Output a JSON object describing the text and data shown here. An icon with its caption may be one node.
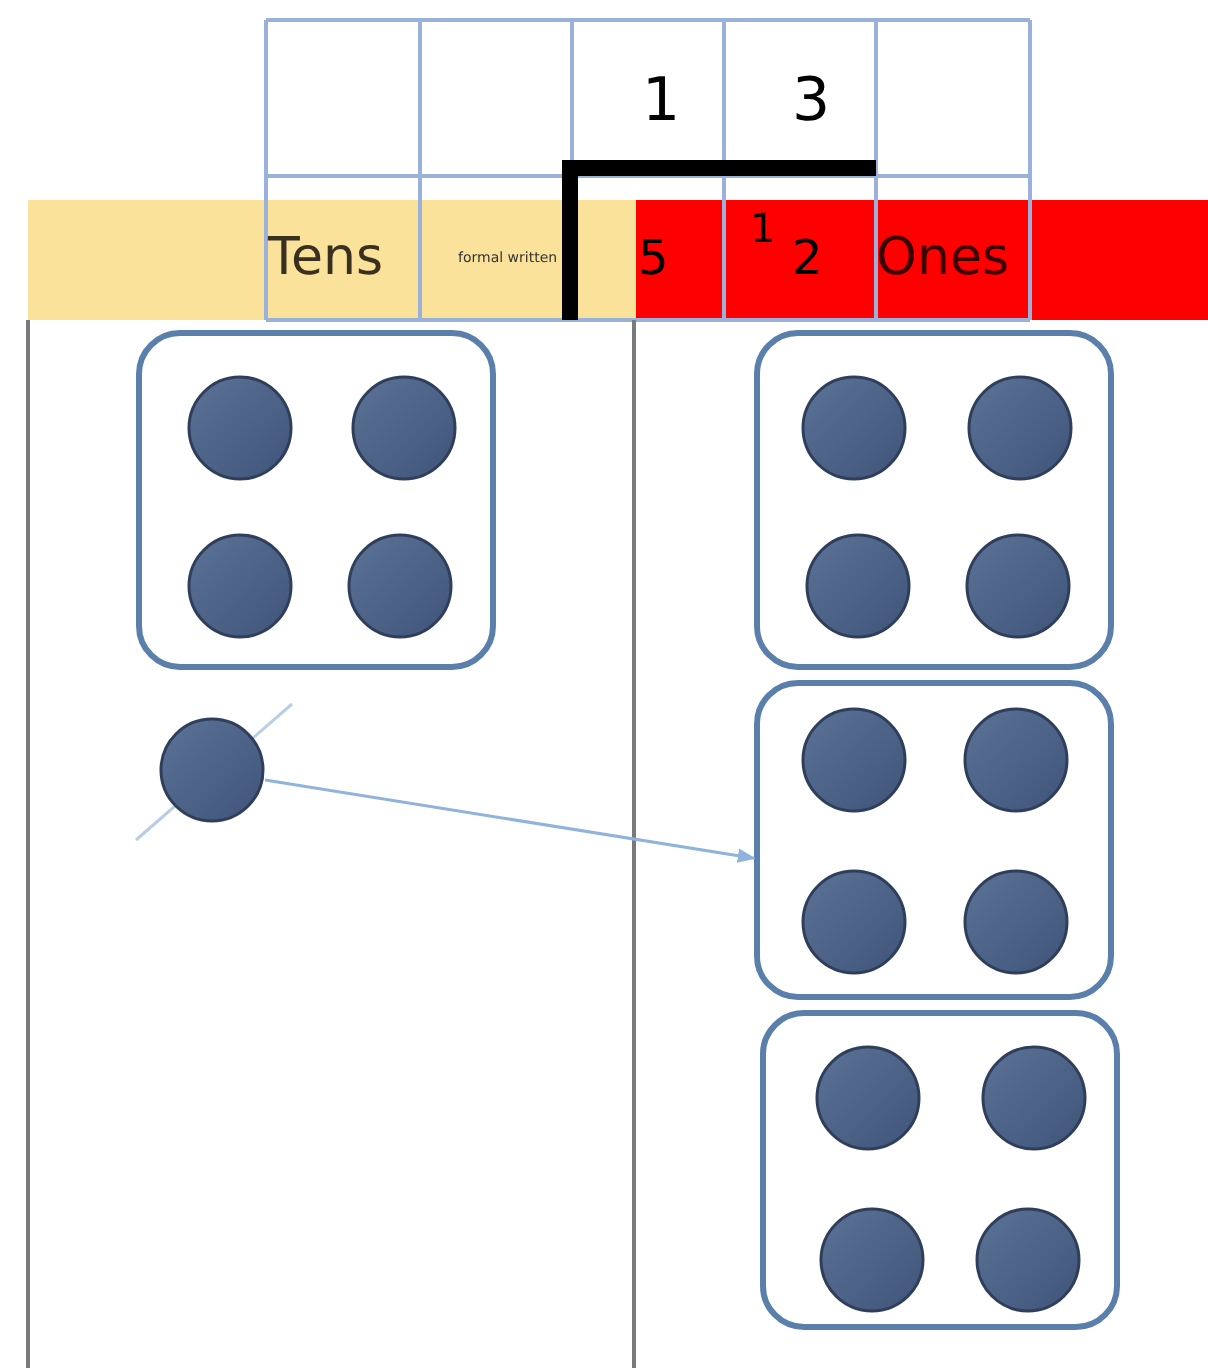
{
  "diagram": {
    "nodes": [
      {
        "text": [],
        "shape": "box"
      },
      {
        "text": [],
        "shape": "circle",
        "in": 0
      },
      {
        "text": [],
        "shape": "circle",
        "in": 0
      },
      {
        "text": [],
        "shape": "circle",
        "in": 0
      },
      {
        "text": [],
        "shape": "circle",
        "in": 0
      },
      {
        "text": [],
        "shape": "circle"
      },
      {
        "text": [],
        "shape": "box"
      },
      {
        "text": [],
        "shape": "circle",
        "in": 6
      },
      {
        "text": [],
        "shape": "circle",
        "in": 6
      },
      {
        "text": [],
        "shape": "circle",
        "in": 6
      },
      {
        "text": [],
        "shape": "circle",
        "in": 6
      },
      {
        "text": [],
        "shape": "box"
      },
      {
        "text": [],
        "shape": "circle",
        "in": 11
      },
      {
        "text": [],
        "shape": "circle",
        "in": 11
      },
      {
        "text": [],
        "shape": "circle",
        "in": 11
      },
      {
        "text": [],
        "shape": "circle",
        "in": 11
      },
      {
        "text": [],
        "shape": "box"
      },
      {
        "text": [],
        "shape": "circle",
        "in": 16
      },
      {
        "text": [],
        "shape": "circle",
        "in": 16
      },
      {
        "text": [],
        "shape": "circle",
        "in": 16
      },
      {
        "text": [],
        "shape": "circle",
        "in": 16
      }
    ],
    "edges": [
      {
        "from": 5,
        "to": 11,
        "arrow": "to",
        "color": "#8fb3dc"
      }
    ],
    "labels": [
      "1",
      "3",
      "Tens",
      "formal written",
      "5",
      "1",
      "2",
      "Ones"
    ]
  }
}
